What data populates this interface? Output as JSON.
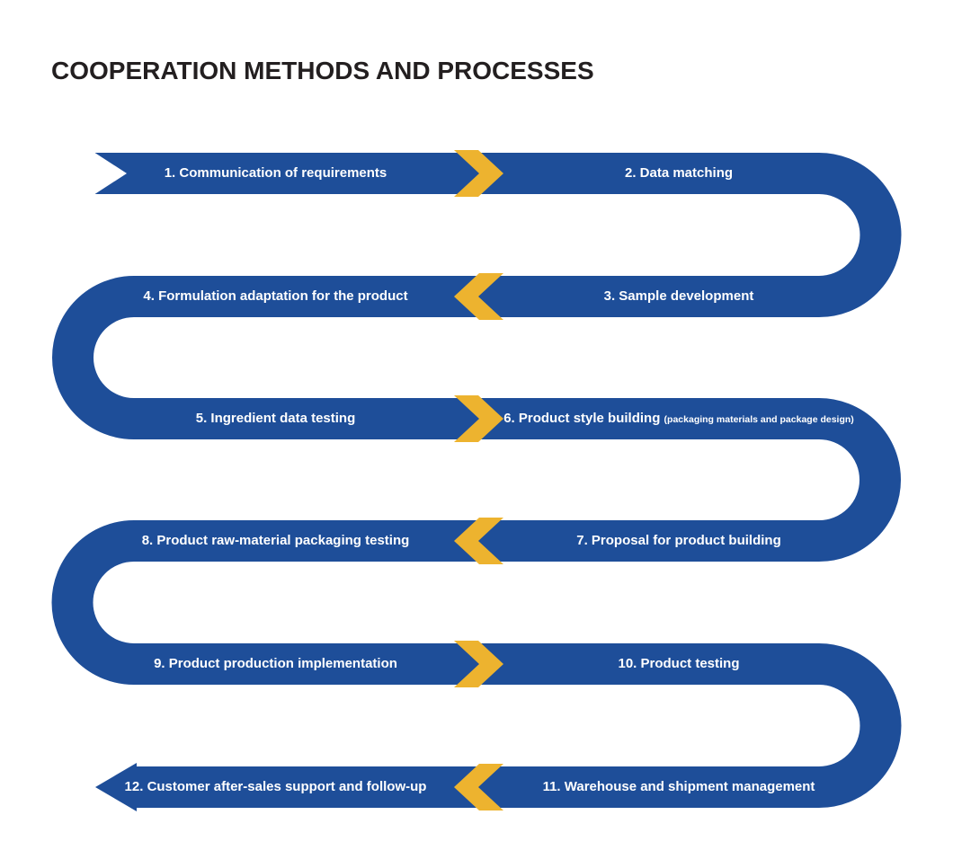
{
  "title": "COOPERATION METHODS AND PROCESSES",
  "colors": {
    "ribbon_blue": "#1e4e99",
    "chevron_yellow": "#edb32f",
    "title_text": "#231f20",
    "label_text": "#ffffff",
    "background": "#ffffff"
  },
  "flow": {
    "type": "serpentine-process",
    "rows": [
      {
        "left": {
          "label": "1. Communication of requirements"
        },
        "right": {
          "label": "2. Data matching"
        },
        "arrow": "right"
      },
      {
        "left": {
          "label": "4. Formulation adaptation for the product"
        },
        "right": {
          "label": "3. Sample development"
        },
        "arrow": "left"
      },
      {
        "left": {
          "label": "5. Ingredient data testing"
        },
        "right": {
          "label": "6. Product style building",
          "sublabel": "(packaging materials and package design)"
        },
        "arrow": "right"
      },
      {
        "left": {
          "label": "8. Product raw-material packaging testing"
        },
        "right": {
          "label": "7. Proposal for product building"
        },
        "arrow": "left"
      },
      {
        "left": {
          "label": "9. Product production implementation"
        },
        "right": {
          "label": "10. Product testing"
        },
        "arrow": "right"
      },
      {
        "left": {
          "label": "12. Customer after-sales support and follow-up"
        },
        "right": {
          "label": "11. Warehouse and shipment management"
        },
        "arrow": "left"
      }
    ]
  }
}
